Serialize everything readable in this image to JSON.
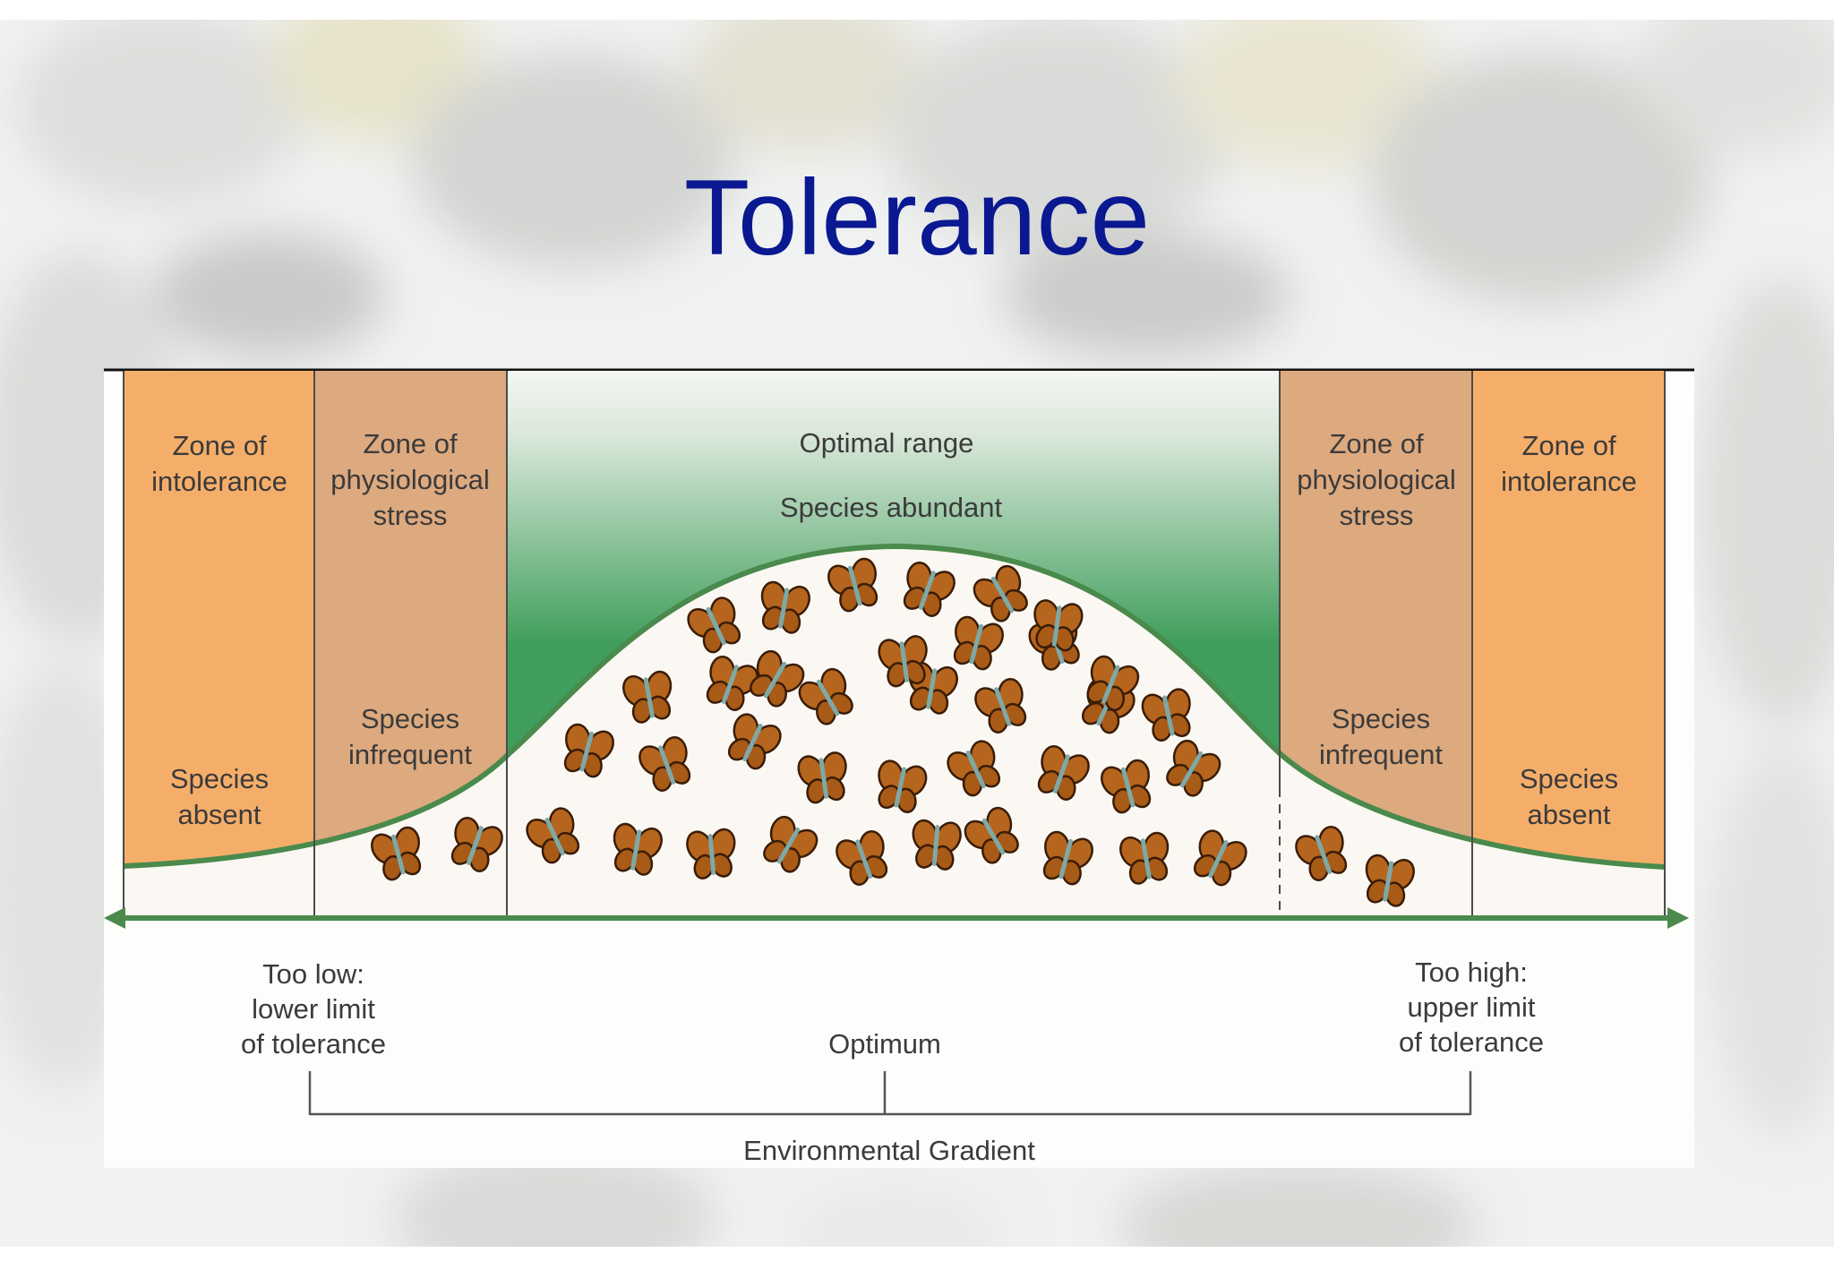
{
  "slide": {
    "title": "Tolerance"
  },
  "diagram": {
    "zones": [
      {
        "lines": [
          "Zone of",
          "intolerance"
        ],
        "status": [
          "Species",
          "absent"
        ]
      },
      {
        "lines": [
          "Zone of",
          "physiological",
          "stress"
        ],
        "status": [
          "Species",
          "infrequent"
        ]
      },
      {
        "lines": [
          "Optimal range"
        ],
        "status": [
          "Species abundant"
        ]
      },
      {
        "lines": [
          "Zone of",
          "physiological",
          "stress"
        ],
        "status": [
          "Species",
          "infrequent"
        ]
      },
      {
        "lines": [
          "Zone of",
          "intolerance"
        ],
        "status": [
          "Species",
          "absent"
        ]
      }
    ],
    "gradient": {
      "low": [
        "Too low:",
        "lower limit",
        "of tolerance"
      ],
      "optimum": "Optimum",
      "high": [
        "Too high:",
        "upper limit",
        "of tolerance"
      ],
      "axis_label": "Environmental Gradient"
    },
    "colors": {
      "intolerance": "#f5ae6a",
      "stress": "#dda97f",
      "optimal_top": "#3f9e5c",
      "optimal_bottom": "#f4f1ea",
      "curve": "#4a8a4c",
      "title": "#0a1891",
      "butterfly": "#b5651d"
    },
    "icons": {
      "butterfly": "butterfly-icon"
    }
  }
}
